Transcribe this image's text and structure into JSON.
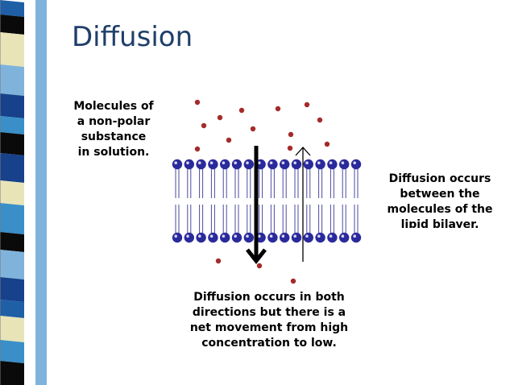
{
  "slide": {
    "title": "Diffusion"
  },
  "captions": {
    "left": "Molecules of\na non-polar\nsubstance\nin solution.",
    "right": "Diffusion occurs\nbetween the\nmolecules of the\nlipid bilayer.",
    "bottom": "Diffusion occurs in both\ndirections but there is a\nnet movement from high\nconcentration to low."
  },
  "colors": {
    "title": "#1f3f6a",
    "phospholipid_head": "#2a2a9c",
    "molecule": "#a52a2a",
    "strip": [
      "#1f5fa6",
      "#0a0a0a",
      "#e8e4b8",
      "#7fb3dc",
      "#17418a",
      "#3a8fc8"
    ]
  },
  "icons": {
    "down_arrow": "arrow-down-bold-icon",
    "up_arrow": "arrow-up-thin-icon"
  }
}
